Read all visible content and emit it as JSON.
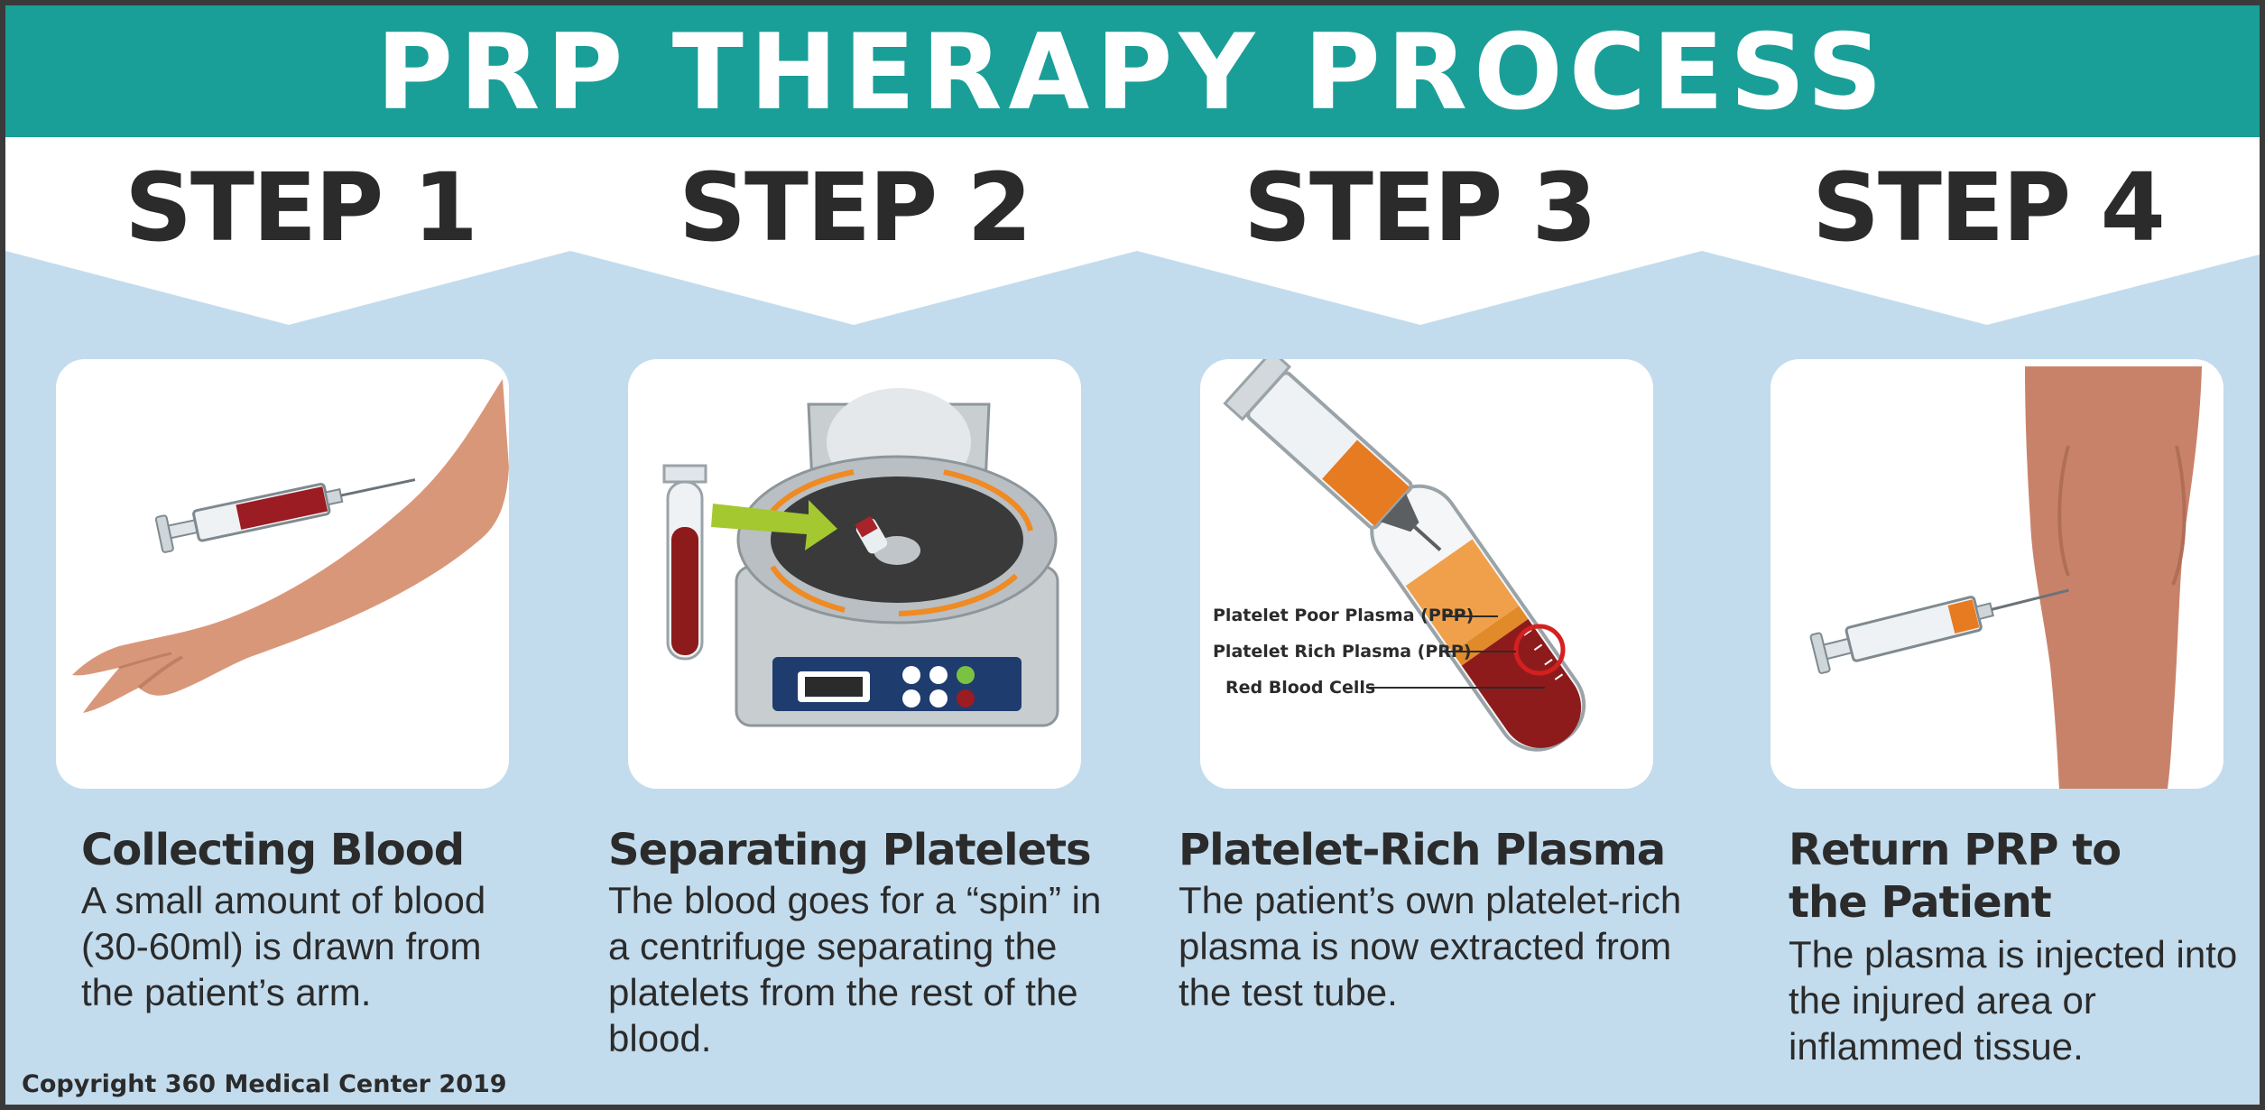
{
  "title": "PRP THERAPY PROCESS",
  "steps": [
    {
      "heading": "STEP 1",
      "caption_title": "Collecting Blood",
      "caption_body": "A small amount of blood (30-60ml) is drawn from the patient’s arm.",
      "illustration": "syringe-in-arm"
    },
    {
      "heading": "STEP 2",
      "caption_title": "Separating Platelets",
      "caption_body": "The blood goes for a “spin” in a centrifuge separating the platelets from the rest of the blood.",
      "illustration": "centrifuge-with-test-tube"
    },
    {
      "heading": "STEP 3",
      "caption_title": "Platelet-Rich Plasma",
      "caption_body": "The patient’s own platelet-rich plasma is now extracted from the test tube.",
      "illustration": "syringe-extracting-plasma",
      "labels": [
        "Platelet Poor Plasma (PPP)",
        "Platelet Rich Plasma (PRP)",
        "Red Blood Cells"
      ]
    },
    {
      "heading": "STEP 4",
      "caption_title": "Return PRP to the Patient",
      "caption_body": "The plasma is injected into the injured area or inflammed tissue.",
      "illustration": "syringe-into-knee"
    }
  ],
  "copyright": "Copyright 360 Medical Center 2019",
  "colors": {
    "banner": "#1a9e98",
    "background": "#c3dced",
    "text": "#2b2b2b",
    "blood": "#8e1b1b",
    "plasma": "#f0a04a"
  }
}
